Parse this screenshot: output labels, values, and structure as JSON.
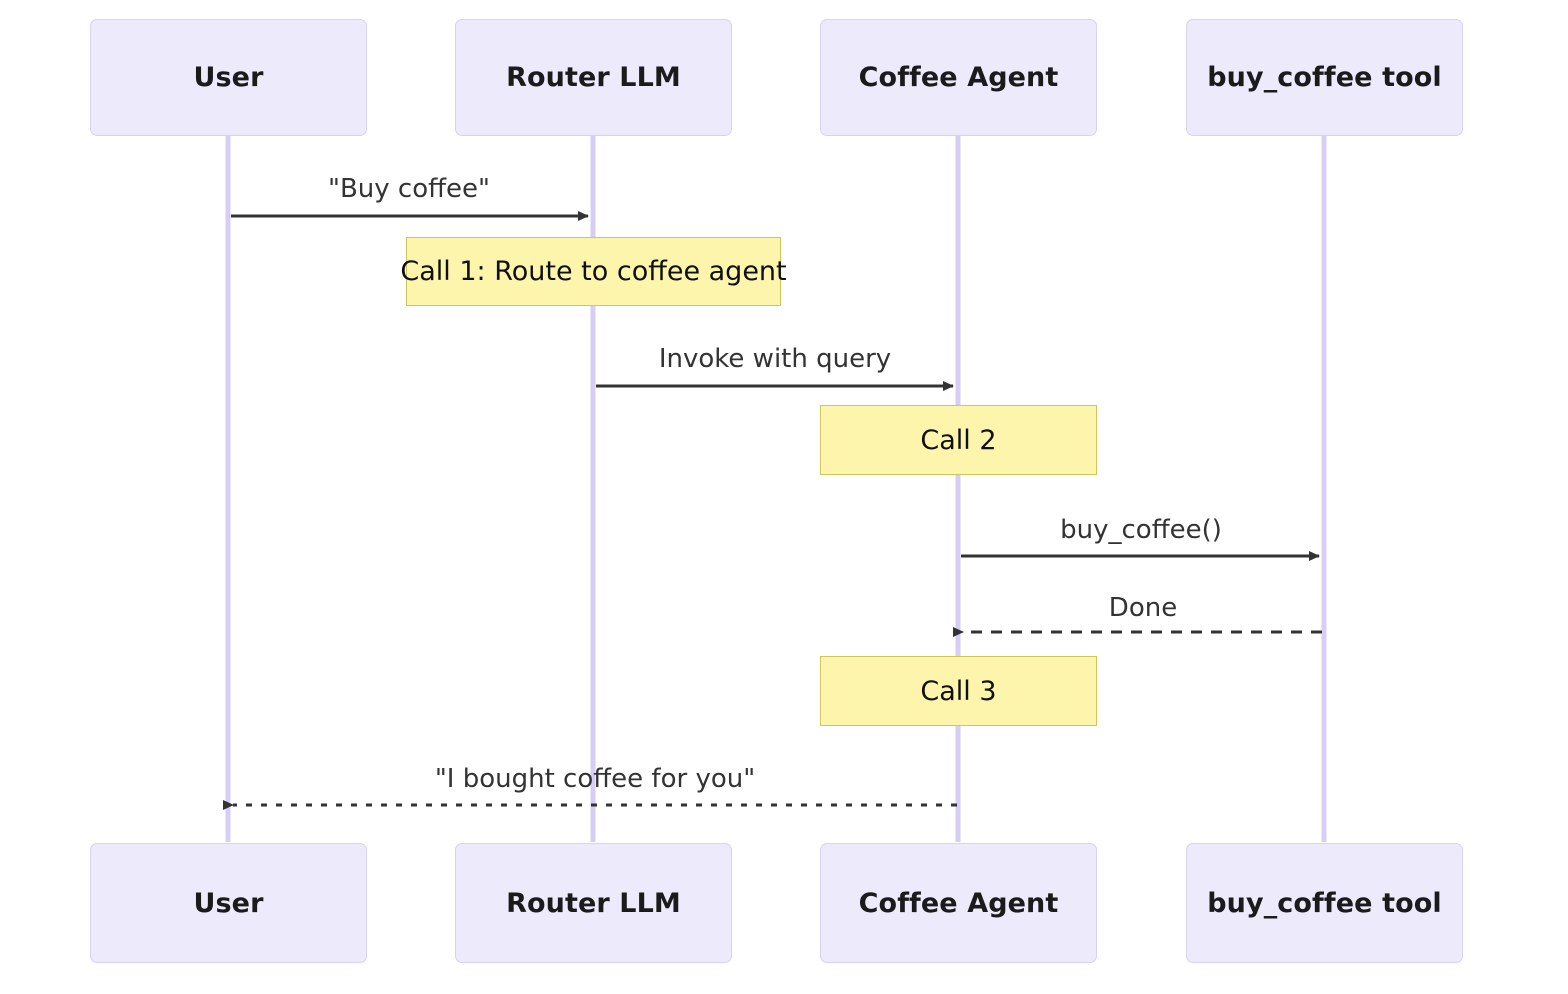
{
  "diagram": {
    "type": "sequence-diagram",
    "title": "",
    "background_color": "#ffffff",
    "participant_fill": "#ECEAFB",
    "participant_border": "#D8D3F2",
    "lifeline_color": "#D7CEF5",
    "note_fill": "#FEF5AD",
    "note_border": "#CFC55A",
    "arrow_color": "#333333"
  },
  "participants": [
    {
      "id": "user",
      "label": "User"
    },
    {
      "id": "router",
      "label": "Router LLM"
    },
    {
      "id": "agent",
      "label": "Coffee Agent"
    },
    {
      "id": "tool",
      "label": "buy_coffee tool"
    }
  ],
  "participants_bottom": [
    {
      "id": "user",
      "label": "User"
    },
    {
      "id": "router",
      "label": "Router LLM"
    },
    {
      "id": "agent",
      "label": "Coffee Agent"
    },
    {
      "id": "tool",
      "label": "buy_coffee tool"
    }
  ],
  "messages": [
    {
      "id": "m1",
      "from": "user",
      "to": "router",
      "label": "\"Buy coffee\"",
      "style": "solid",
      "direction": "right"
    },
    {
      "id": "m2",
      "from": "router",
      "to": "agent",
      "label": "Invoke with query",
      "style": "solid",
      "direction": "right"
    },
    {
      "id": "m3",
      "from": "agent",
      "to": "tool",
      "label": "buy_coffee()",
      "style": "solid",
      "direction": "right"
    },
    {
      "id": "m4",
      "from": "tool",
      "to": "agent",
      "label": "Done",
      "style": "dashed",
      "direction": "left"
    },
    {
      "id": "m5",
      "from": "agent",
      "to": "user",
      "label": "\"I bought coffee for you\"",
      "style": "dashed",
      "direction": "left"
    }
  ],
  "notes": [
    {
      "id": "n1",
      "over": "router",
      "label": "Call 1: Route to coffee agent"
    },
    {
      "id": "n2",
      "over": "agent",
      "label": "Call 2"
    },
    {
      "id": "n3",
      "over": "agent",
      "label": "Call 3"
    }
  ]
}
